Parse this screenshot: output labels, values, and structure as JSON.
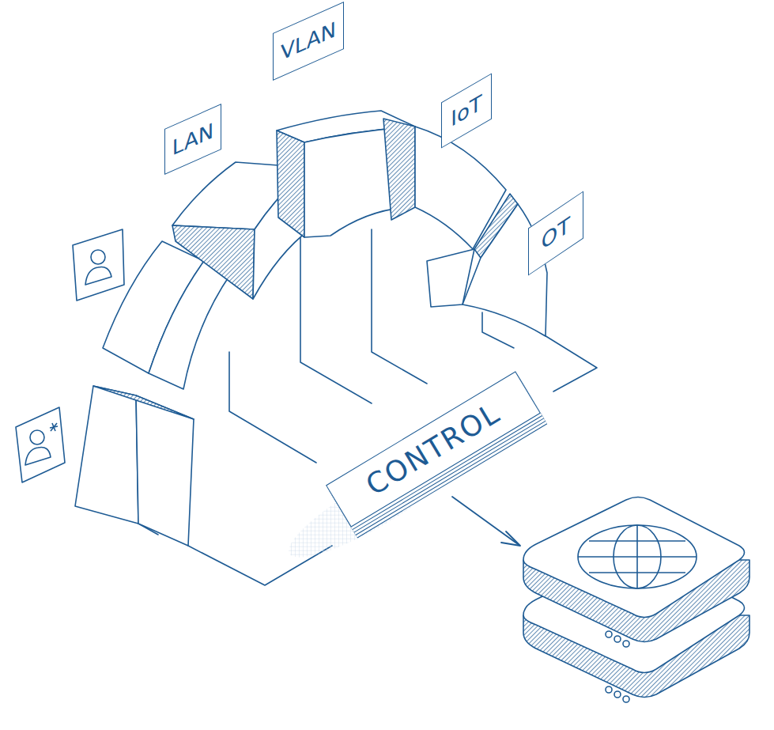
{
  "diagram": {
    "nodes": [
      {
        "text": [
          "LAN"
        ]
      },
      {
        "text": [
          "VLAN"
        ]
      },
      {
        "text": [
          "IoT"
        ]
      },
      {
        "text": [
          "OT"
        ]
      },
      {
        "text": [
          "CONTROL"
        ]
      }
    ]
  }
}
